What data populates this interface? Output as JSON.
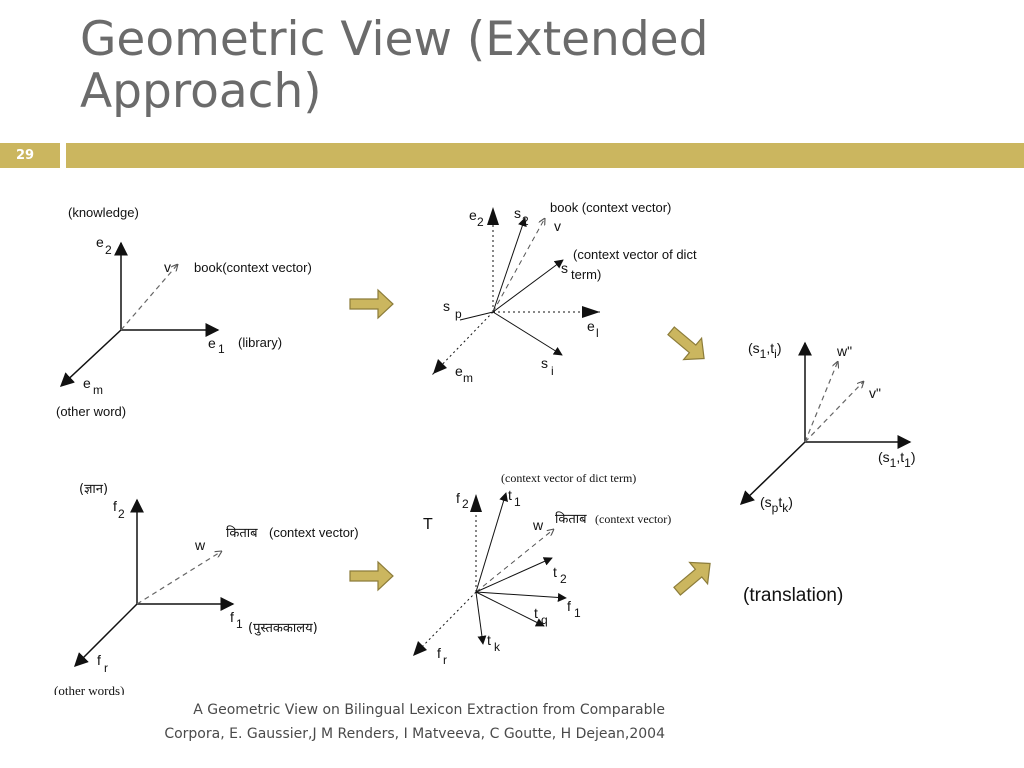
{
  "slide": {
    "title_line1": "Geometric View (Extended",
    "title_line2": "Approach)",
    "page_number": "29",
    "accent_color": "#cbb65f"
  },
  "diagram": {
    "panel_top_left": {
      "label_knowledge": "(knowledge)",
      "axis_e2": "e",
      "axis_e2_sub": "2",
      "vector_v": "v",
      "label_book": "book(context vector)",
      "axis_e1": "e",
      "axis_e1_sub": "1",
      "label_library": "(library)",
      "axis_em": "e",
      "axis_em_sub": "m",
      "label_other_word": "(other word)"
    },
    "panel_top_middle": {
      "axis_e2": "e",
      "axis_e2_sub": "2",
      "vector_s2": "s",
      "vector_s2_sub": "2",
      "label_book": "book (context vector)",
      "vector_v": "v",
      "label_dict_line1": "(context vector of dict",
      "label_dict_line2": "term)",
      "vector_s": "s",
      "vector_sp": "s",
      "vector_sp_sub": "p",
      "axis_el": "e",
      "axis_el_sub": "l",
      "vector_si": "s",
      "vector_si_sub": "i",
      "axis_em": "e",
      "axis_em_sub": "m"
    },
    "panel_bottom_left": {
      "label_gyan": "(ज्ञान)",
      "axis_f2": "f",
      "axis_f2_sub": "2",
      "label_kitab": "किताब",
      "label_context_vector": "(context vector)",
      "vector_w": "w",
      "axis_f1": "f",
      "axis_f1_sub": "1",
      "label_pustakalay": "(पुस्तककालय)",
      "axis_fr": "f",
      "axis_fr_sub": "r",
      "label_other_words": "(other words)"
    },
    "panel_bottom_middle": {
      "label_dict": "(context vector of dict term)",
      "axis_f2": "f",
      "axis_f2_sub": "2",
      "vector_t1": "t",
      "vector_t1_sub": "1",
      "label_T": "T",
      "vector_w": "w",
      "label_kitab": "किताब",
      "label_context_vector": "(context vector)",
      "vector_t2": "t",
      "vector_t2_sub": "2",
      "vector_tq": "t",
      "vector_tq_sub": "q",
      "axis_f1": "f",
      "axis_f1_sub": "1",
      "vector_tk": "t",
      "vector_tk_sub": "k",
      "axis_fr": "f",
      "axis_fr_sub": "r"
    },
    "panel_right": {
      "axis_top": "(s",
      "axis_top_sub1": "1",
      "axis_top_mid": ",t",
      "axis_top_sub2": "i",
      "axis_top_end": ")",
      "vector_w2": "w\"",
      "vector_v2": "v\"",
      "axis_right": "(s",
      "axis_right_sub1": "1",
      "axis_right_mid": ",t",
      "axis_right_sub2": "1",
      "axis_right_end": ")",
      "axis_diag": "(s",
      "axis_diag_sub1": "p",
      "axis_diag_mid": "t",
      "axis_diag_sub2": "k",
      "axis_diag_end": ")",
      "label_translation": "(translation)"
    }
  },
  "caption": {
    "line1": "A Geometric View on Bilingual Lexicon Extraction from Comparable",
    "line2": "Corpora, E. Gaussier,J M Renders, I Matveeva, C Goutte, H Dejean,2004"
  }
}
